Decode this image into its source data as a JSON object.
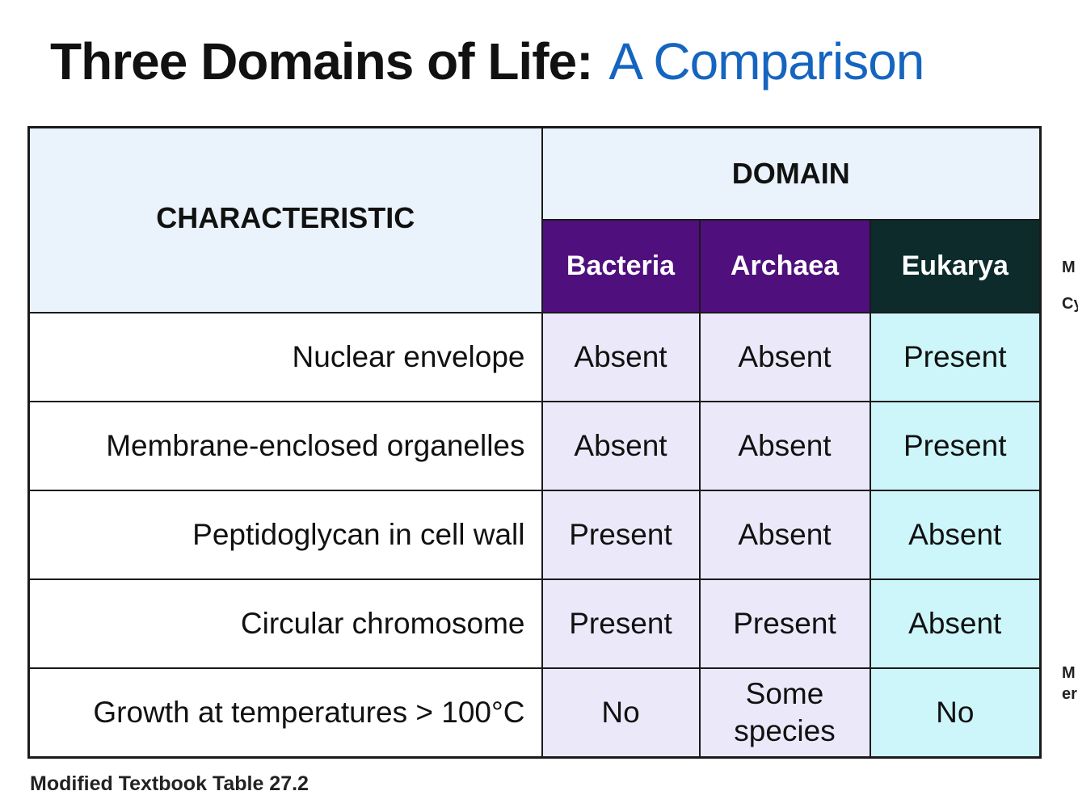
{
  "title": {
    "main": "Three Domains of Life:",
    "accent": "A Comparison"
  },
  "table": {
    "characteristic_header": "CHARACTERISTIC",
    "domain_header": "DOMAIN",
    "columns": [
      "Bacteria",
      "Archaea",
      "Eukarya"
    ],
    "rows": [
      {
        "label": "Nuclear envelope",
        "values": [
          "Absent",
          "Absent",
          "Present"
        ]
      },
      {
        "label": "Membrane-enclosed organelles",
        "values": [
          "Absent",
          "Absent",
          "Present"
        ]
      },
      {
        "label": "Peptidoglycan in cell wall",
        "values": [
          "Present",
          "Absent",
          "Absent"
        ]
      },
      {
        "label": "Circular chromosome",
        "values": [
          "Present",
          "Present",
          "Absent"
        ]
      },
      {
        "label": "Growth at temperatures > 100°C",
        "values": [
          "No",
          "Some species",
          "No"
        ]
      }
    ]
  },
  "caption": "Modified Textbook Table 27.2",
  "margin_fragments": [
    "M",
    "Cy",
    "M",
    "er"
  ],
  "colors": {
    "title_accent": "#1565c0",
    "header_bg": "#eaf3fc",
    "bacteria_archaea_header": "#4f0f7d",
    "eukarya_header": "#0d2b2b",
    "bacteria_archaea_cells": "#ebe9f9",
    "eukarya_cells": "#ccf6fa"
  }
}
